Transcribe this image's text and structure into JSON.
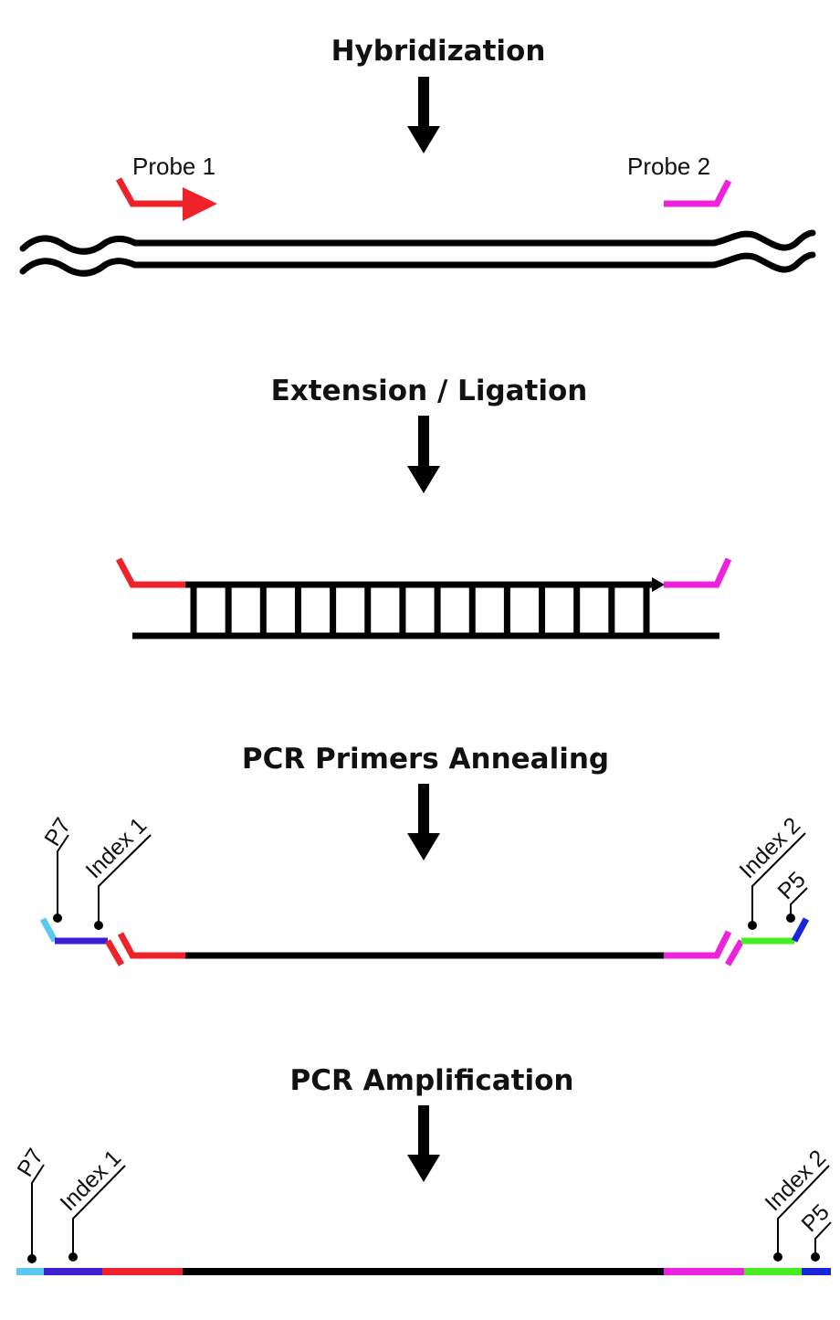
{
  "steps": [
    {
      "title": "Hybridization"
    },
    {
      "title": "Extension / Ligation"
    },
    {
      "title": "PCR Primers Annealing"
    },
    {
      "title": "PCR Amplification"
    }
  ],
  "probes": {
    "probe1": "Probe 1",
    "probe2": "Probe 2"
  },
  "primers": {
    "p7": "P7",
    "index1": "Index 1",
    "index2": "Index 2",
    "p5": "P5"
  },
  "colors": {
    "dna": "#000000",
    "probe1": "#ee2229",
    "probe2": "#ee22dd",
    "p7": "#5bc8f0",
    "index1": "#3a1fd6",
    "index2": "#44ee22",
    "p5": "#1626d8"
  },
  "rungs": 14
}
